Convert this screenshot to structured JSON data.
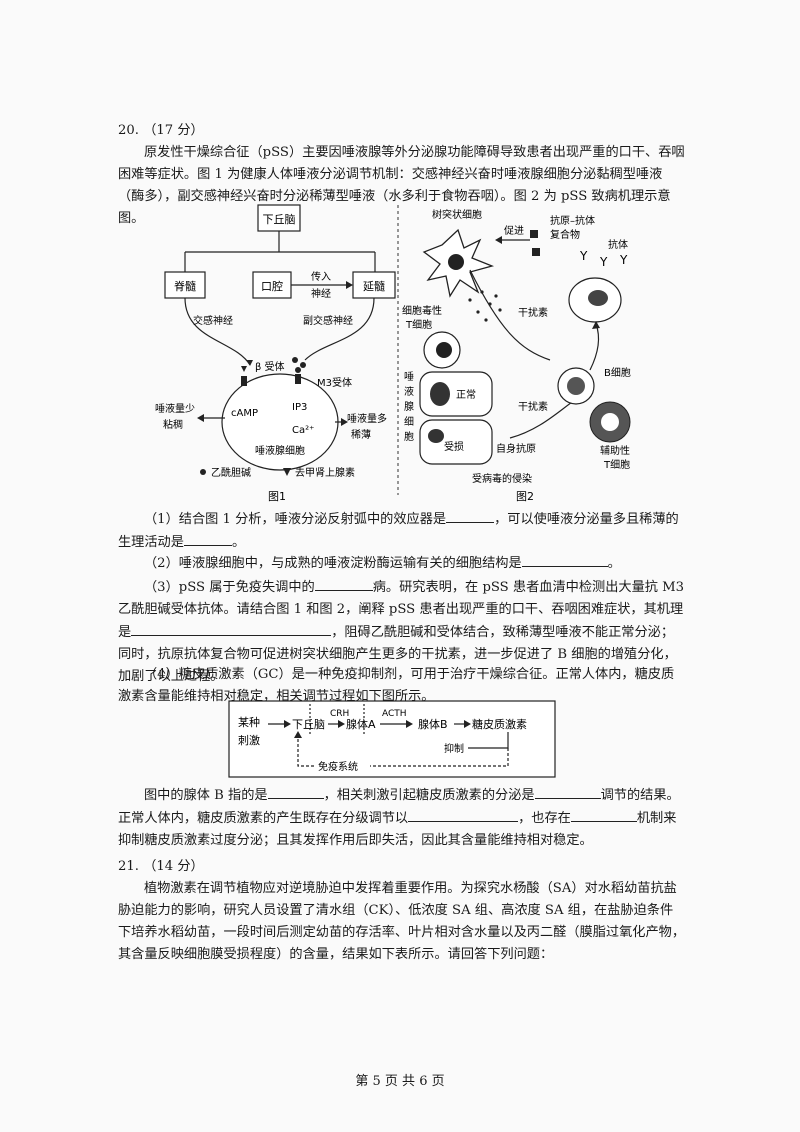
{
  "q20": {
    "number": "20.",
    "score": "（17 分）",
    "intro": "原发性干燥综合征（pSS）主要因唾液腺等外分泌腺功能障碍导致患者出现严重的口干、吞咽困难等症状。图 1 为健康人体唾液分泌调节机制：交感神经兴奋时唾液腺细胞分泌黏稠型唾液（酶多），副交感神经兴奋时分泌稀薄型唾液（水多利于食物吞咽）。图 2 为 pSS 致病机理示意图。",
    "fig1": {
      "caption": "图1",
      "hypothalamus": "下丘脑",
      "spinal_cord": "脊髓",
      "mouth": "口腔",
      "medulla": "延髓",
      "afferent_1": "传入",
      "afferent_2": "神经",
      "sympathetic": "交感神经",
      "parasympathetic": "副交感神经",
      "beta_receptor": "β 受体",
      "m3_receptor": "M3受体",
      "camp": "cAMP",
      "ip3": "IP3",
      "ca": "Ca²⁺",
      "less_saliva_1": "唾液量少",
      "less_saliva_2": "粘稠",
      "more_saliva_1": "唾液量多",
      "more_saliva_2": "稀薄",
      "cell": "唾液腺细胞",
      "legend_ach": "乙酰胆碱",
      "legend_ne": "去甲肾上腺素"
    },
    "fig2": {
      "caption": "图2",
      "dendritic": "树突状细胞",
      "promote": "促进",
      "complex_1": "抗原–抗体",
      "complex_2": "复合物",
      "antibody": "抗体",
      "ctl_1": "细胞毒性",
      "ctl_2": "T细胞",
      "interferon_1": "干扰素",
      "interferon_2": "干扰素",
      "gland": [
        "唾",
        "液",
        "腺",
        "细",
        "胞"
      ],
      "normal": "正常",
      "damaged": "受损",
      "autoantigen": "自身抗原",
      "b_cell": "B细胞",
      "th_1": "辅助性",
      "th_2": "T细胞",
      "virus": "受病毒的侵染"
    },
    "sub1_a": "（1）结合图 1 分析，唾液分泌反射弧中的效应器是",
    "sub1_b": "，可以使唾液分泌量多且稀薄的生理活动是",
    "sub1_c": "。",
    "sub2_a": "（2）唾液腺细胞中，与成熟的唾液淀粉酶运输有关的细胞结构是",
    "sub2_b": "。",
    "sub3_a": "（3）pSS 属于免疫失调中的",
    "sub3_b": "病。研究表明，在 pSS 患者血清中检测出大量抗 M3 乙酰胆碱受体抗体。请结合图 1 和图 2，阐释 pSS 患者出现严重的口干、吞咽困难症状，其机理是",
    "sub3_c": "，阻碍乙酰胆碱和受体结合，致稀薄型唾液不能正常分泌；同时，抗原抗体复合物可促进树突状细胞产生更多的干扰素，进一步促进了 B 细胞的增殖分化，加剧了以上过程。",
    "sub4": "（4）糖皮质激素（GC）是一种免疫抑制剂，可用于治疗干燥综合征。正常人体内，糖皮质激素含量能维持相对稳定，相关调节过程如下图所示。",
    "flow": {
      "stim_1": "某种",
      "stim_2": "刺激",
      "hypo": "下丘脑",
      "crh": "CRH",
      "gland_a": "腺体A",
      "acth": "ACTH",
      "gland_b": "腺体B",
      "gc": "糖皮质激素",
      "inhibit": "抑制",
      "immune": "免疫系统"
    },
    "sub4b_a": "图中的腺体 B 指的是",
    "sub4b_b": "，相关刺激引起糖皮质激素的分泌是",
    "sub4b_c": "调节的结果。正常人体内，糖皮质激素的产生既存在分级调节以",
    "sub4b_d": "，也存在",
    "sub4b_e": "机制来抑制糖皮质激素过度分泌；且其发挥作用后即失活，因此其含量能维持相对稳定。"
  },
  "q21": {
    "number": "21.",
    "score": "（14 分）",
    "text": "植物激素在调节植物应对逆境胁迫中发挥着重要作用。为探究水杨酸（SA）对水稻幼苗抗盐胁迫能力的影响，研究人员设置了清水组（CK）、低浓度 SA 组、高浓度 SA 组，在盐胁迫条件下培养水稻幼苗，一段时间后测定幼苗的存活率、叶片相对含水量以及丙二醛（膜脂过氧化产物，其含量反映细胞膜受损程度）的含量，结果如下表所示。请回答下列问题："
  },
  "footer": "第 5 页 共 6 页"
}
